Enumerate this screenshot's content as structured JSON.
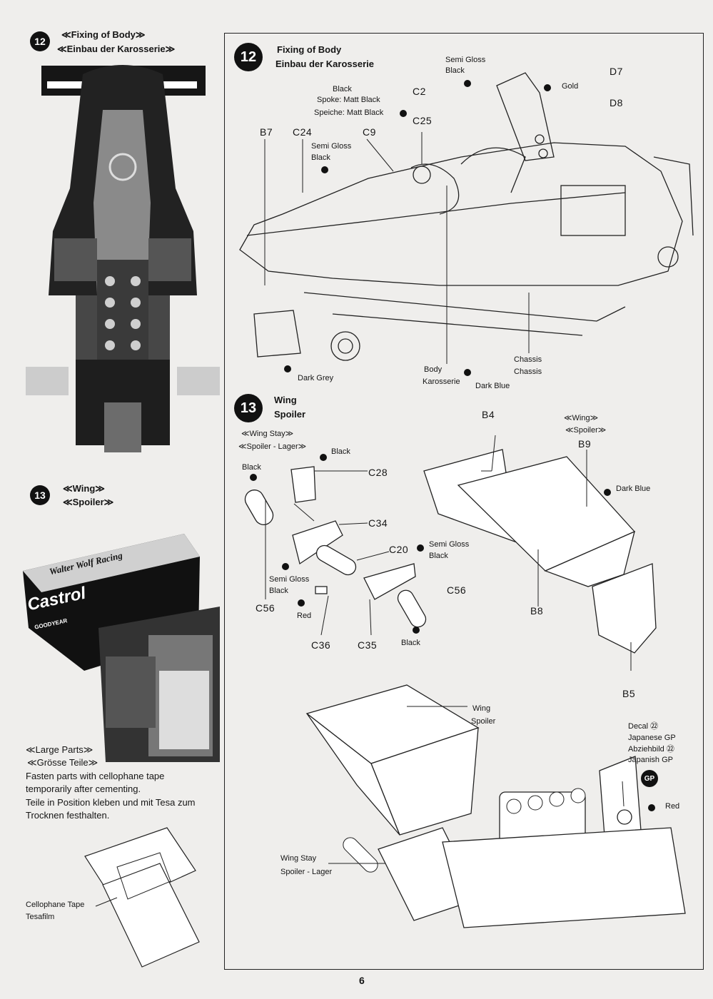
{
  "left": {
    "step12": {
      "number": "12",
      "title_en": "≪Fixing of Body≫",
      "title_de": "≪Einbau der Karosserie≫"
    },
    "step13": {
      "number": "13",
      "title_en": "≪Wing≫",
      "title_de": "≪Spoiler≫"
    },
    "photo_wing_text": {
      "brand1": "Walter Wolf Racing",
      "brand2": "Castrol",
      "brand3": "GOODYEAR"
    },
    "large_parts": {
      "title_en": "≪Large Parts≫",
      "title_de": "≪Grösse Teile≫",
      "text_en": "Fasten parts with cellophane tape temporarily after cementing.",
      "text_de": "Teile in Position kleben und mit Tesa zum Trocknen festhalten."
    },
    "tape_label_en": "Cellophane Tape",
    "tape_label_de": "Tesafilm"
  },
  "right": {
    "step12": {
      "number": "12",
      "title_en": "Fixing of Body",
      "title_de": "Einbau der Karosserie",
      "parts": {
        "d7": "D7",
        "d8": "D8",
        "c2": "C2",
        "c25": "C25",
        "c24": "C24",
        "b7": "B7",
        "c9": "C9"
      },
      "colors": {
        "semi_gloss_black_1a": "Semi Gloss",
        "semi_gloss_black_1b": "Black",
        "gold": "Gold",
        "spoke_black": "Black",
        "spoke_en": "Spoke: Matt Black",
        "spoke_de": "Speiche: Matt Black",
        "semi_gloss_black_2a": "Semi Gloss",
        "semi_gloss_black_2b": "Black",
        "dark_grey": "Dark Grey",
        "dark_blue": "Dark Blue"
      },
      "labels": {
        "body_en": "Body",
        "body_de": "Karosserie",
        "chassis_en": "Chassis",
        "chassis_de": "Chassis"
      }
    },
    "step13": {
      "number": "13",
      "title_en": "Wing",
      "title_de": "Spoiler",
      "wing_stay_en": "≪Wing Stay≫",
      "wing_stay_de": "≪Spoiler - Lager≫",
      "wing_en": "≪Wing≫",
      "wing_de": "≪Spoiler≫",
      "parts": {
        "c28": "C28",
        "c34": "C34",
        "c20": "C20",
        "c56a": "C56",
        "c56b": "C56",
        "c36": "C36",
        "c35": "C35",
        "b4": "B4",
        "b9": "B9",
        "b8": "B8",
        "b5": "B5"
      },
      "colors": {
        "black_c28": "Black",
        "black_left": "Black",
        "semi_gloss_c20a": "Semi Gloss",
        "semi_gloss_c20b": "Black",
        "semi_gloss_left_a": "Semi Gloss",
        "semi_gloss_left_b": "Black",
        "red_c36": "Red",
        "black_c56": "Black",
        "dark_blue_b9": "Dark Blue",
        "red_decal": "Red"
      },
      "assembled": {
        "wing_en": "Wing",
        "wing_de": "Spoiler",
        "wing_stay_en": "Wing Stay",
        "wing_stay_de": "Spoiler - Lager",
        "decal_en": "Decal ㉒",
        "decal_gp_en": "Japanese GP",
        "decal_de": "Abziehbild ㉒",
        "decal_gp_de": "Japanish GP",
        "decal_badge": "GP"
      }
    }
  },
  "page_number": "6"
}
